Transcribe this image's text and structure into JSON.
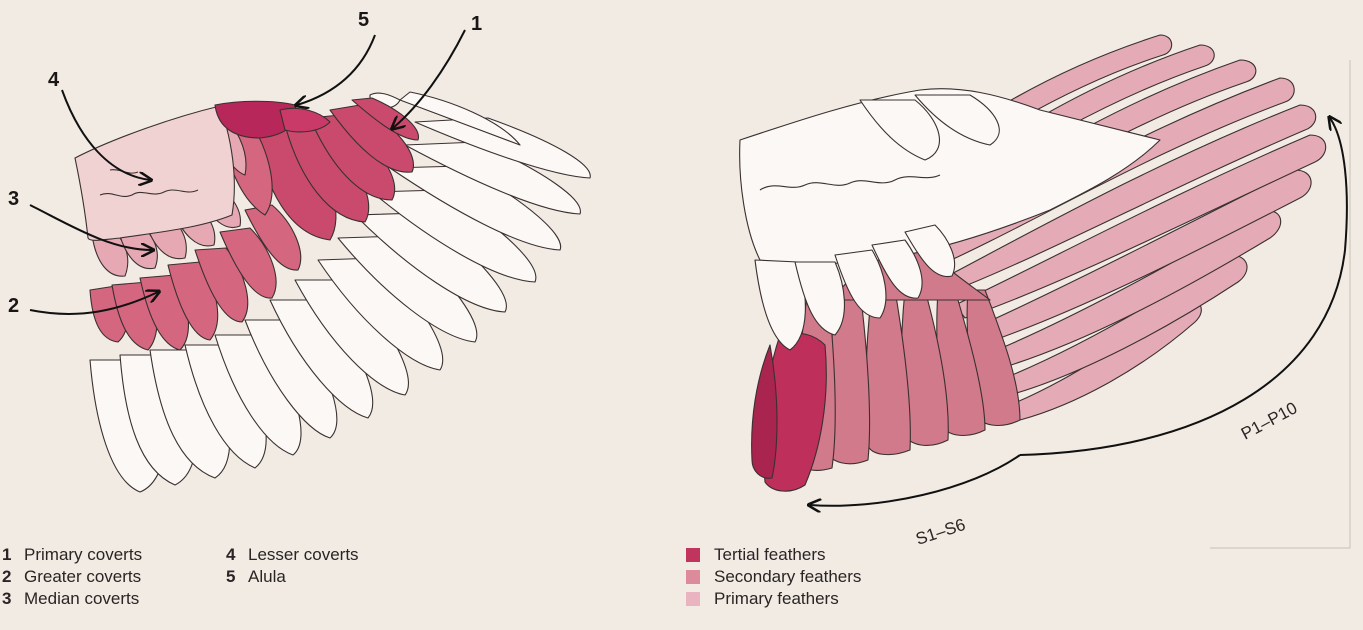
{
  "callouts": {
    "c1": "1",
    "c2": "2",
    "c3": "3",
    "c4": "4",
    "c5": "5"
  },
  "arc_labels": {
    "primaries": "P1–P10",
    "secondaries": "S1–S6"
  },
  "legend_left": [
    {
      "num": "1",
      "label": "Primary coverts"
    },
    {
      "num": "2",
      "label": "Greater coverts"
    },
    {
      "num": "3",
      "label": "Median coverts"
    },
    {
      "num": "4",
      "label": "Lesser coverts"
    },
    {
      "num": "5",
      "label": "Alula"
    }
  ],
  "legend_right": [
    {
      "label": "Tertial feathers",
      "color": "#c0345e"
    },
    {
      "label": "Secondary feathers",
      "color": "#dd8a9c"
    },
    {
      "label": "Primary feathers",
      "color": "#e9b4bf"
    }
  ],
  "colors": {
    "background": "#f1ebe4",
    "tertials": "#bf2f5b",
    "secondaries": "#d07a8b",
    "primaries": "#e4aab6",
    "greater_coverts": "#d4667f",
    "median_coverts": "#e6a9b4",
    "lesser_coverts": "#f1d2d2",
    "primary_coverts": "#c94a6d",
    "alula": "#b8275a",
    "outline": "#3a3030"
  }
}
